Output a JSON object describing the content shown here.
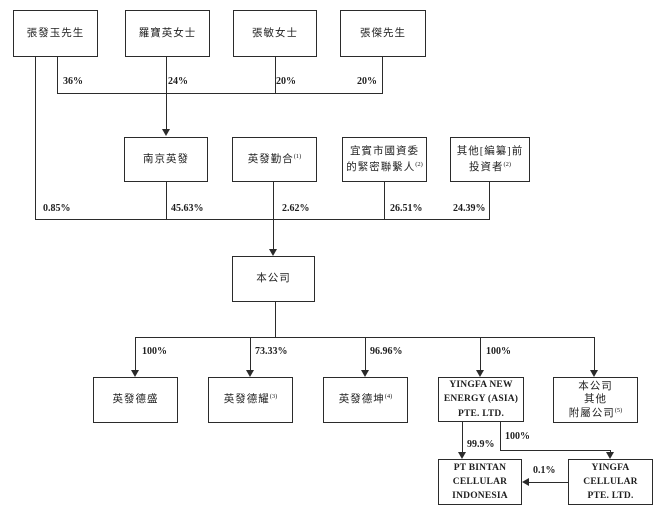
{
  "diagram_title": "shareholding-structure-chart",
  "colors": {
    "line": "#2b2b2b",
    "border": "#2b2b2b",
    "text": "#1f1f1f",
    "background": "#ffffff"
  },
  "nodes": {
    "zhang_fayu": {
      "line1": "張發玉先生"
    },
    "luo_baoying": {
      "line1": "羅寶英女士"
    },
    "zhang_min": {
      "line1": "張敏女士"
    },
    "zhang_jie": {
      "line1": "張傑先生"
    },
    "nanjing_yingfa": {
      "line1": "南京英發"
    },
    "yingfa_qinhe": {
      "line1": "英發勤合",
      "sup": "(1)"
    },
    "yibin_sasac": {
      "line1": "宜賓市國資委",
      "line2": "的緊密聯繫人",
      "sup": "(2)"
    },
    "other_investors": {
      "line1": "其他[編纂]前",
      "line2": "投資者",
      "sup": "(2)"
    },
    "company": {
      "line1": "本公司"
    },
    "yingfa_desheng": {
      "line1": "英發德盛"
    },
    "yingfa_deyao": {
      "line1": "英發德耀",
      "sup": "(3)"
    },
    "yingfa_dekun": {
      "line1": "英發德坤",
      "sup": "(4)"
    },
    "yingfa_new_energy": {
      "line1": "YINGFA NEW",
      "line2": "ENERGY (ASIA)",
      "line3": "PTE. LTD."
    },
    "company_subsidiaries": {
      "line1": "本公司",
      "line2": "其他",
      "line3": "附屬公司",
      "sup": "(5)"
    },
    "pt_bintan": {
      "line1": "PT BINTAN",
      "line2": "CELLULAR",
      "line3": "INDONESIA"
    },
    "yingfa_cellular": {
      "line1": "YINGFA",
      "line2": "CELLULAR",
      "line3": "PTE. LTD."
    }
  },
  "percentages": {
    "zfy_to_njyf": "36%",
    "lby_to_njyf": "24%",
    "zm_to_njyf": "20%",
    "zj_to_njyf": "20%",
    "zfy_to_company": "0.85%",
    "njyf_to_company": "45.63%",
    "qinhe_to_company": "2.62%",
    "sasac_to_company": "26.51%",
    "other_to_company": "24.39%",
    "company_to_desheng": "100%",
    "company_to_deyao": "73.33%",
    "company_to_dekun": "96.96%",
    "company_to_asia": "100%",
    "asia_to_bintan": "99.9%",
    "asia_to_cellular": "100%",
    "cellular_to_bintan": "0.1%"
  }
}
